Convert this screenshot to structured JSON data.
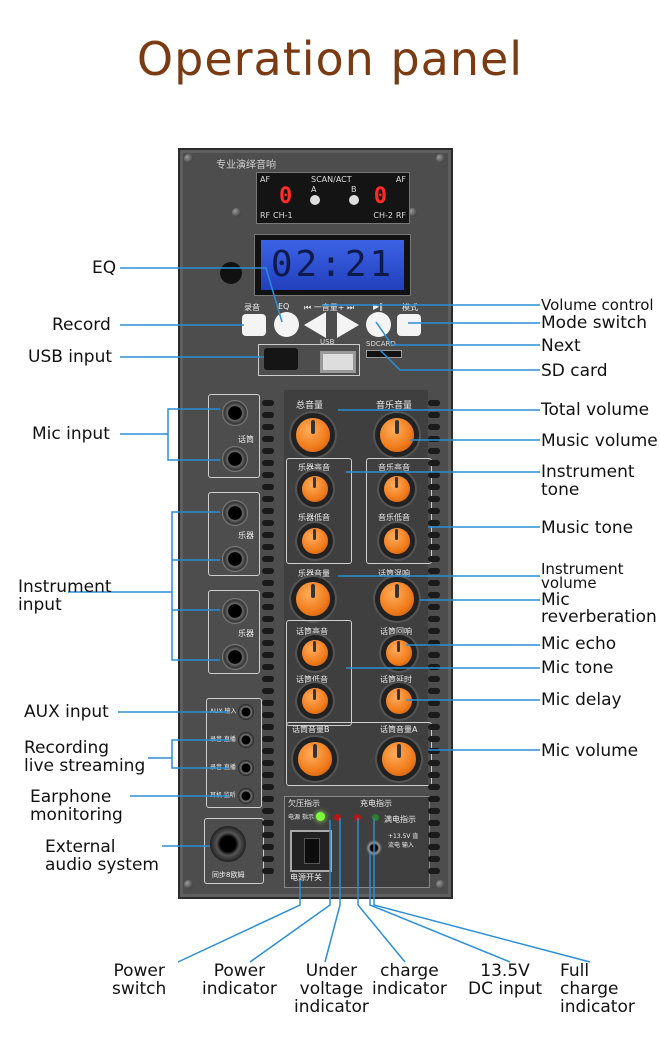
{
  "title": "Operation panel",
  "panel": {
    "brand": "专业演绎音响",
    "scan_act": "SCAN/ACT",
    "af_left": "AF",
    "af_right": "AF",
    "rf_left": "RF",
    "rf_right": "RF",
    "ch1": "CH-1",
    "ch2": "CH-2",
    "ch_a": "A",
    "ch_b": "B",
    "digit_left": "0",
    "digit_right": "0",
    "lcd_time": "02:21",
    "btn_record": "录音",
    "btn_eq": "EQ",
    "btn_prev": "⏮ 一音量+ ⏭",
    "btn_play": "▶‖",
    "btn_mode": "模式",
    "usb": "USB",
    "sdcard": "SDCARD",
    "knob_total": "总音量",
    "knob_music": "音乐音量",
    "knob_inst_treble": "乐器高音",
    "knob_inst_bass": "乐器低音",
    "knob_music_treble": "音乐高音",
    "knob_music_bass": "音乐低音",
    "knob_inst_vol": "乐器音量",
    "knob_mic_reverb": "话筒混响",
    "knob_mic_treble": "话筒高音",
    "knob_mic_echo": "话筒回响",
    "knob_mic_bass": "话筒低音",
    "knob_mic_delay": "话筒延时",
    "knob_mic_b": "话筒音量B",
    "knob_mic_a": "话筒音量A",
    "mic_tag": "话筒",
    "inst_tag1": "乐器",
    "inst_tag2": "乐器",
    "aux_in": "AUX 输入",
    "rec1": "录音 直播",
    "rec2": "录音 直播",
    "ear": "耳机 监听",
    "ext": "同步8欧姆",
    "undervolt_title": "欠压指示",
    "power_ind": "电源 指示",
    "charge_title": "充电指示",
    "full_charge": "满电指示",
    "dc_in": "+13.5V 直流电 输入",
    "power_switch": "电源开关"
  },
  "labels": {
    "eq": "EQ",
    "record": "Record",
    "usb_input": "USB input",
    "mic_input": "Mic input",
    "instrument_input": "Instrument\ninput",
    "aux_input": "AUX input",
    "recording": "Recording\nlive streaming",
    "earphone": "Earphone\nmonitoring",
    "external": "External\naudio system",
    "volume_control": "Volume control",
    "mode_switch": "Mode switch",
    "next": "Next",
    "sd_card": "SD card",
    "total_volume": "Total volume",
    "music_volume": "Music volume",
    "instrument_tone": "Instrument\ntone",
    "music_tone": "Music tone",
    "instrument_volume": "Instrument\nvolume",
    "mic_reverb": "Mic\nreverberation",
    "mic_echo": "Mic echo",
    "mic_tone": "Mic tone",
    "mic_delay": "Mic delay",
    "mic_volume": "Mic volume",
    "power_switch": "Power\nswitch",
    "power_indicator": "Power\nindicator",
    "under_voltage": "Under\nvoltage\nindicator",
    "charge_indicator": "charge\nindicator",
    "dc_input": "13.5V\nDC input",
    "full_charge": "Full\ncharge\nindicator"
  },
  "colors": {
    "title": "#7a3a12",
    "line": "#2a8fd6",
    "knob": "#f07a1a",
    "lcd": "#2a4fd0",
    "led_digit": "#ff2a2a",
    "led_green": "#7cff3a",
    "led_red": "#b51616"
  }
}
